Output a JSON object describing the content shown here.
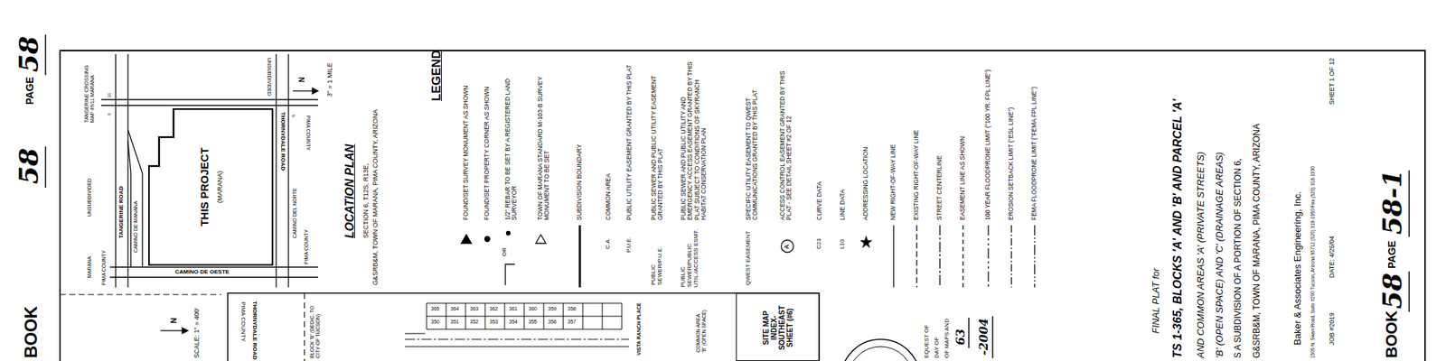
{
  "diagram": {
    "nodes": [
      {
        "text": [
          "THIS PROJECT",
          "(MARANA)"
        ]
      },
      {
        "text": [
          "SITE MAP INDEX- SOUTHEAST SHEET (#6)"
        ]
      }
    ],
    "labels": [
      "BOOK",
      "58",
      "PAGE",
      "58",
      "TANGERINE CROSSING MAP 49/11 MARANA",
      "UNSUBDIVIDED",
      "MARANA",
      "PIMA COUNTY",
      "31",
      "6",
      "TANGERINE ROAD",
      "CAMINO DE MANANA",
      "UNSUBDIVIDED",
      "THORNYDALE ROAD",
      "PIMA COUNTY",
      "5",
      "N",
      "CAMINO DEL NORTE",
      "PIMA COUNTY",
      "CAMINO DE OESTE",
      "3\" = 1 MILE",
      "LOCATION PLAN",
      "SECTION 6, T12S, R13E,",
      "G&SRB&M, TOWN OF MARANA, PIMA COUNTY, ARIZONA",
      "LEGEND",
      "OR",
      "C.A.",
      "P.U.E.",
      "PUBLIC SEWER/P.U.E.",
      "PUBLIC SEWER/PUBLIC UTIL./ACCESS ESMT.",
      "QWEST EASEMENT",
      "A",
      "C23",
      "L10",
      "N",
      "SCALE: 1\" = 400'",
      "PIMA COUNTY",
      "THORNYDALE ROAD",
      "BLOCK 'B' (DEDIC. TO CITY OF TUCSON)",
      "365",
      "364",
      "363",
      "362",
      "361",
      "360",
      "359",
      "358",
      "350",
      "351",
      "352",
      "353",
      "354",
      "355",
      "356",
      "357",
      "VISTA RANCH PLACE",
      "COMMON AREA 'B' (OPEN SPACE)",
      "EQUEST OF",
      "DAY OF",
      "OF MAPS AND",
      "63",
      "-2004",
      "FINAL PLAT for",
      "TS 1-365, BLOCKS 'A' AND 'B' AND PARCEL 'A'",
      "AND COMMON AREAS 'A' (PRIVATE STREETS)",
      "'B' (OPEN SPACE) AND 'C' (DRAINAGE AREAS)",
      "S A SUBDIVISION OF A PORTION OF SECTION 6,",
      "G&SRB&M, TOWN OF MARANA, PIMA COUNTY, ARIZONA",
      "Baker & Associates Engineering, Inc.",
      "1500 N. Swan Road, Suite #200 Tucson, Arizona 85712 (520) 318-1950 Fax (520) 318-1930",
      "JOB #2019",
      "DATE: 4/25/04",
      "SHEET 1 OF 12",
      "BOOK",
      "58",
      "PAGE",
      "58-1"
    ],
    "legend": [
      {
        "text": "FOUND/SET SURVEY MONUMENT AS SHOWN"
      },
      {
        "text": "FOUND/SET PROPERTY CORNER AS SHOWN"
      },
      {
        "text": "1/2\" REBAR TO BE SET BY A REGISTERED LAND SURVEYOR"
      },
      {
        "text": "TOWN OF MARANA STANDARD M-103-B SURVEY MONUMENT TO BE SET"
      },
      {
        "text": "SUBDIVISION BOUNDARY"
      },
      {
        "text": "COMMON AREA"
      },
      {
        "text": "PUBLIC UTILITY EASEMENT GRANTED BY THIS PLAT"
      },
      {
        "text": "PUBLIC SEWER AND PUBLIC UTILITY EASEMENT GRANTED BY THIS PLAT"
      },
      {
        "text": "PUBLIC SEWER AND PUBLIC UTILITY AND EMERGENCY ACCESS EASEMENT GRANTED BY THIS PLAT SUBJECT TO CONDITIONS OF SKYRANCH HABITAT CONSERVATION PLAN"
      },
      {
        "text": "SPECIFIC UTILITY EASEMENT TO QWEST COMMUNICATIONS GRANTED BY THIS PLAT"
      },
      {
        "text": "ACCESS CONTROL EASEMENT GRANTED BY THIS PLAT - SEE DETAIL SHEET #2 OF 12"
      },
      {
        "text": "CURVE DATA"
      },
      {
        "text": "LINE DATA"
      },
      {
        "text": "ADDRESSING LOCATION"
      },
      {
        "text": "NEW RIGHT-OF-WAY LINE"
      },
      {
        "text": "EXISTING RIGHT-OF-WAY LINE"
      },
      {
        "text": "STREET CENTERLINE"
      },
      {
        "text": "EASEMENT LINE AS SHOWN"
      },
      {
        "text": "100 YEAR FLOODPRONE LIMIT (\"100 YR. FPL LINE\")"
      },
      {
        "text": "EROSION SETBACK LIMIT (\"ESL LINE\")"
      },
      {
        "text": "FEMA FLOODPRONE LIMIT (\"FEMA FPL LINE\")"
      }
    ]
  }
}
